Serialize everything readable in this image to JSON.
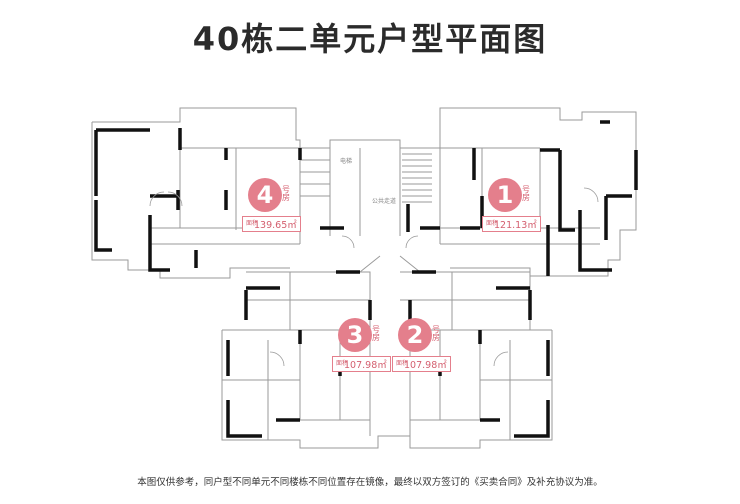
{
  "title": "40栋二单元户型平面图",
  "units": [
    {
      "num": "1",
      "hao": "号房",
      "area_label": "面积",
      "area": "121.13㎡"
    },
    {
      "num": "2",
      "hao": "号房",
      "area_label": "面积",
      "area": "107.98㎡"
    },
    {
      "num": "3",
      "hao": "号房",
      "area_label": "面积",
      "area": "107.98㎡"
    },
    {
      "num": "4",
      "hao": "号房",
      "area_label": "面积",
      "area": "139.65㎡"
    }
  ],
  "core_labels": {
    "shaft": "电梯",
    "corridor": "公共走道"
  },
  "footnote": "本图仅供参考，同户型不同单元不同楼栋不同位置存在镜像，最终以双方签订的《买卖合同》及补充协议为准。"
}
